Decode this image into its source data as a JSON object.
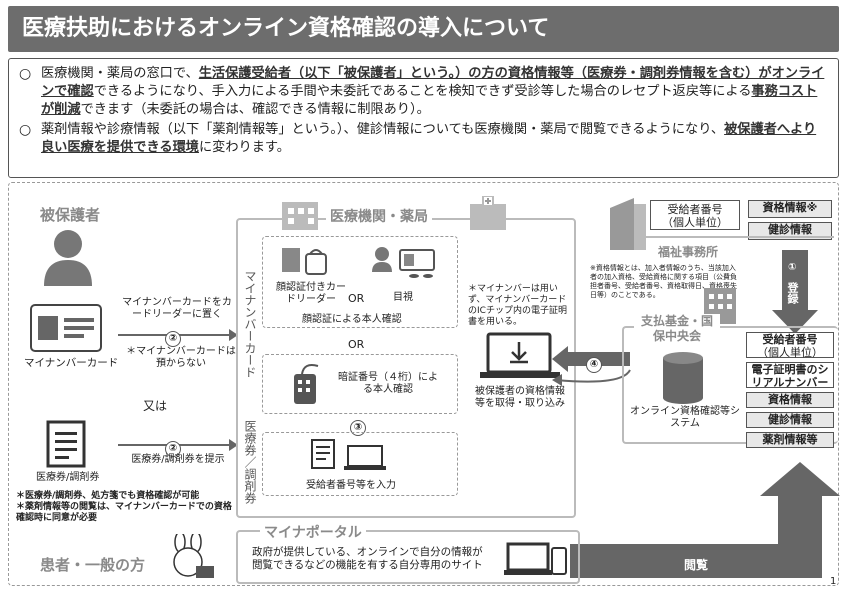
{
  "title": "医療扶助におけるオンライン資格確認の導入について",
  "summary": {
    "bullet1": {
      "t1": "医療機関・薬局の窓口で、",
      "h1": "生活保護受給者（以下「被保護者」という。）の方の資格情報等（医療券・調剤券情報を含む）がオンラインで確認",
      "t2": "できるようになり、手入力による手間や未委託であることを検知できず受診等した場合のレセプト返戻等による",
      "h2": "事務コストが削減",
      "t3": "できます（未委託の場合は、確認できる情報に制限あり）。"
    },
    "bullet2": {
      "t1": "薬剤情報や診療情報（以下「薬剤情報等」という。）、健診情報についても医療機関・薬局で閲覧できるようになり、",
      "h1": "被保護者へより良い医療を提供できる環境",
      "t2": "に変わります。"
    }
  },
  "left": {
    "person_label": "被保護者",
    "mynumber_card": "マイナンバーカード",
    "card_action": "マイナンバーカードをカードリーダーに置く",
    "card_note": "＊マイナンバーカードは預からない",
    "or_label": "又は",
    "ticket_label": "医療券/調剤券",
    "ticket_action": "医療券/調剤券を提示",
    "note1": "＊医療券/調剤券、処方箋でも資格確認が可能",
    "note2": "＊薬剤情報等の閲覧は、マイナンバーカードでの資格確認時に同意が必要",
    "num2": "②"
  },
  "center": {
    "facility_label": "医療機関・薬局",
    "mynumber_vert": "マイナンバーカード",
    "ticket_vert": "医療券／調剤券",
    "face_reader": "顔認証付きカードリーダー",
    "or1": "OR",
    "visual": "目視",
    "face_auth": "顔認証による本人確認",
    "or2": "OR",
    "pin_auth": "暗証番号（４桁）による本人確認",
    "num3": "③",
    "ticket_input": "受給者番号等を入力",
    "ic_note": "＊マイナンバーは用いず、マイナンバーカードのICチップ内の電子証明書を用いる。",
    "fetch_label": "被保護者の資格情報等を取得・取り込み",
    "num4": "④"
  },
  "right": {
    "welfare_label": "福祉事務所",
    "w_box1_a": "受給者番号",
    "w_box1_b": "（個人単位）",
    "w_box2": "資格情報※",
    "w_box3": "健診情報",
    "register_num": "①",
    "register_label": "登録",
    "footnote": "※資格情報とは、加入者情報のうち、当該加入者の加入資格、受給資格に関する項目（公費負担者番号、受給者番号、資格取得日、資格喪失日等）のことである。",
    "fund_label": "支払基金・国保中央会",
    "system_label": "オンライン資格確認等システム",
    "f_box1_a": "受給者番号",
    "f_box1_b": "（個人単位）",
    "f_box2": "電子証明書のシリアルナンバー",
    "f_box3": "資格情報",
    "f_box4": "健診情報",
    "f_box5": "薬剤情報等"
  },
  "bottom": {
    "patient_label": "患者・一般の方",
    "portal_label": "マイナポータル",
    "portal_desc": "政府が提供している、オンラインで自分の情報が閲覧できるなどの機能を有する自分専用のサイト",
    "view_label": "閲覧",
    "page_num": "1"
  }
}
